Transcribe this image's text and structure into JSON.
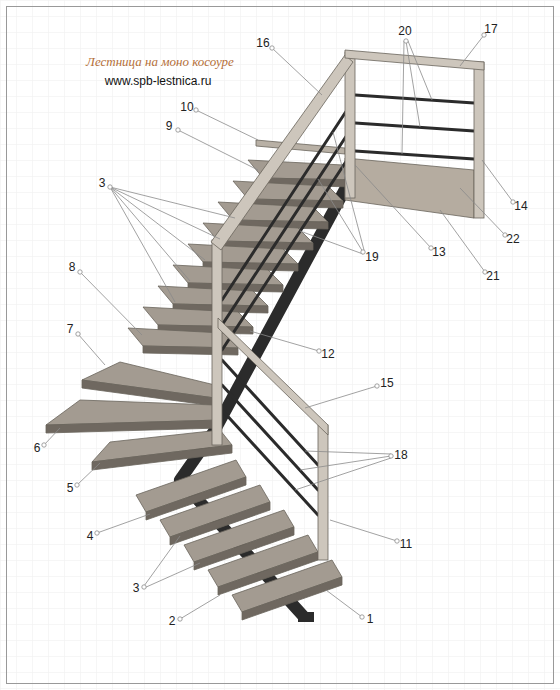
{
  "diagram": {
    "labels": [
      "Лестница на моно косоуре",
      "www.spb-lestnica.ru",
      "16",
      "10",
      "9",
      "3",
      "8",
      "7",
      "6",
      "5",
      "4",
      "3",
      "2",
      "1",
      "20",
      "17",
      "19",
      "13",
      "21",
      "22",
      "14",
      "12",
      "15",
      "18",
      "11"
    ]
  }
}
